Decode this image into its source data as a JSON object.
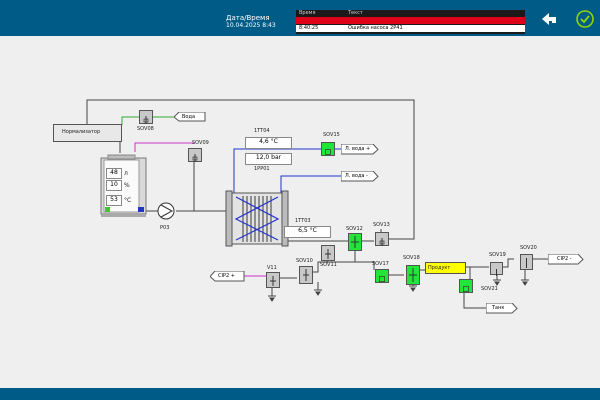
{
  "header": {
    "datetime_label": "Дата/Время",
    "datetime_value": "10.04.2025 8:43",
    "alarms": {
      "col_time": "Время",
      "col_text": "Текст",
      "rows": [
        {
          "time": "",
          "text": "",
          "color": "#e0001a"
        },
        {
          "time": "8:40:25",
          "text": "Ошибка насоса 2P41",
          "color": "#ffffff"
        }
      ]
    },
    "back_icon": "back-arrow-icon",
    "ok_icon": "checkmark-icon"
  },
  "process": {
    "normalizer": "Нормализатор",
    "tank": {
      "level_value": "48",
      "level_unit": "л",
      "percent_value": "10",
      "percent_unit": "%",
      "temp_value": "53",
      "temp_unit": "°C"
    },
    "pump_label": "P03",
    "water_in": "Вода",
    "phe": {
      "temp_top_tag": "1TT04",
      "temp_top_value": "4,6 °C",
      "pressure_value": "12,0 bar",
      "pressure_tag": "1PP01",
      "temp_bottom_tag": "1TT03",
      "temp_bottom_value": "6,5 °C"
    },
    "ice_water_in": "Л. вода +",
    "ice_water_out": "Л. вода -",
    "cip_in": "CIP2 +",
    "cip_out": "CIP2 -",
    "product": "Продукт",
    "tank_out": "Танк",
    "valves": {
      "sov08": "SOV08",
      "sov09": "SOV09",
      "sov15": "SOV15",
      "sov12": "SOV12",
      "sov13": "SOV13",
      "sov11": "SOV11",
      "sov10": "SOV10",
      "v11": "V11",
      "sov17": "SOV17",
      "sov18": "SOV18",
      "sov19": "SOV19",
      "sov20": "SOV20",
      "sov21": "SOV21"
    }
  },
  "colors": {
    "header": "#005c87",
    "valve_open": "#22e53a",
    "valve_closed": "#c8c8c8",
    "product_fill": "#ffff00",
    "cold_line": "#2233cc",
    "cip_line": "#cc33cc",
    "water_line": "#33aa33"
  }
}
